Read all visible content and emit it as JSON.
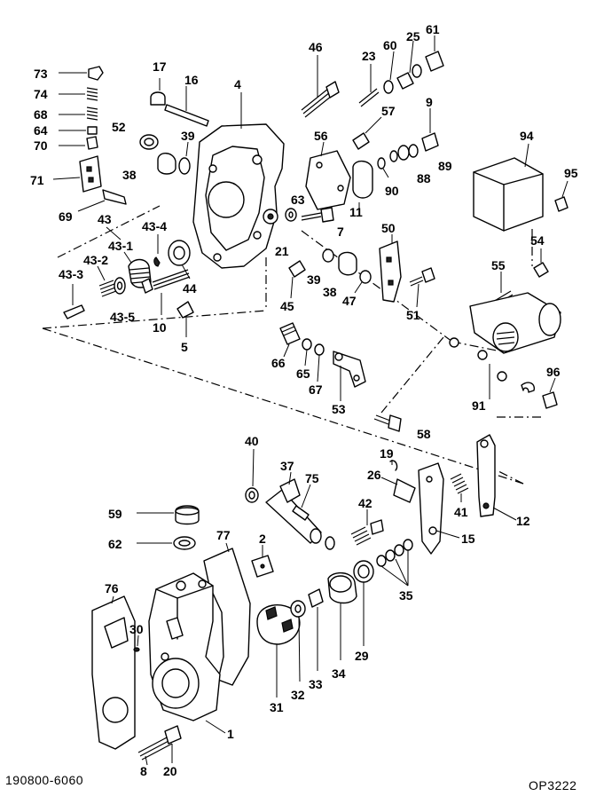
{
  "figure": {
    "drawing_number": "190800-6060",
    "page_code": "OP3222"
  },
  "callouts": [
    "73",
    "74",
    "68",
    "64",
    "70",
    "71",
    "69",
    "43",
    "43-4",
    "43-1",
    "43-2",
    "43-3",
    "43-5",
    "17",
    "16",
    "4",
    "52",
    "39",
    "38",
    "10",
    "5",
    "44",
    "46",
    "23",
    "60",
    "25",
    "61",
    "56",
    "57",
    "9",
    "88",
    "89",
    "90",
    "11",
    "63",
    "7",
    "21",
    "39",
    "38",
    "45",
    "47",
    "50",
    "51",
    "94",
    "95",
    "54",
    "55",
    "91",
    "96",
    "66",
    "65",
    "67",
    "53",
    "58",
    "40",
    "37",
    "75",
    "19",
    "26",
    "42",
    "41",
    "12",
    "15",
    "59",
    "62",
    "77",
    "2",
    "76",
    "30",
    "1",
    "8",
    "20",
    "31",
    "32",
    "33",
    "34",
    "29",
    "35"
  ]
}
